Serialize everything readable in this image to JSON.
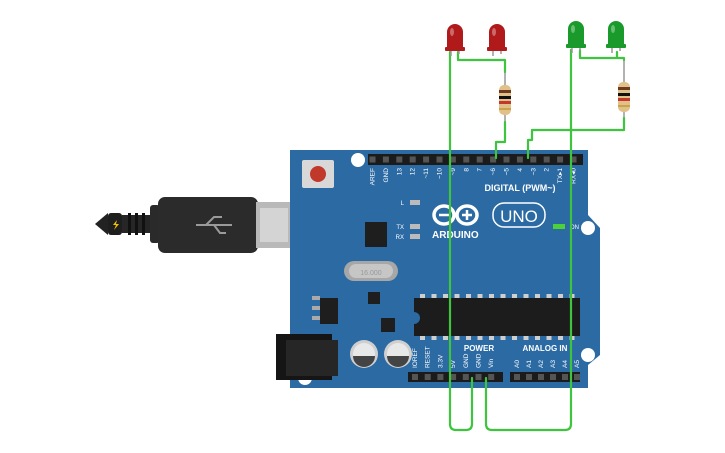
{
  "board": {
    "brand": "ARDUINO",
    "model": "UNO",
    "digital_header_label": "DIGITAL (PWM~)",
    "power_header_label": "POWER",
    "analog_header_label": "ANALOG IN",
    "crystal_label": "16.000",
    "led_labels": {
      "l": "L",
      "tx": "TX",
      "rx": "RX",
      "on": "ON"
    },
    "digital_pins": [
      "AREF",
      "GND",
      "13",
      "12",
      "~11",
      "~10",
      "~9",
      "8",
      "7",
      "~6",
      "~5",
      "4",
      "~3",
      "2",
      "TX▸1",
      "RX◂0"
    ],
    "power_pins": [
      "IOREF",
      "RESET",
      "3.3V",
      "5V",
      "GND",
      "GND",
      "Vin"
    ],
    "analog_pins": [
      "A0",
      "A1",
      "A2",
      "A3",
      "A4",
      "A5"
    ]
  },
  "components": {
    "leds": [
      {
        "color_name": "red",
        "color": "#b01a1a"
      },
      {
        "color_name": "red",
        "color": "#b01a1a"
      },
      {
        "color_name": "green",
        "color": "#1a9a2a"
      },
      {
        "color_name": "green",
        "color": "#1a9a2a"
      }
    ],
    "resistor_count": 2,
    "wire_color": "#3ec43e",
    "board_color": "#2b6aa3"
  }
}
